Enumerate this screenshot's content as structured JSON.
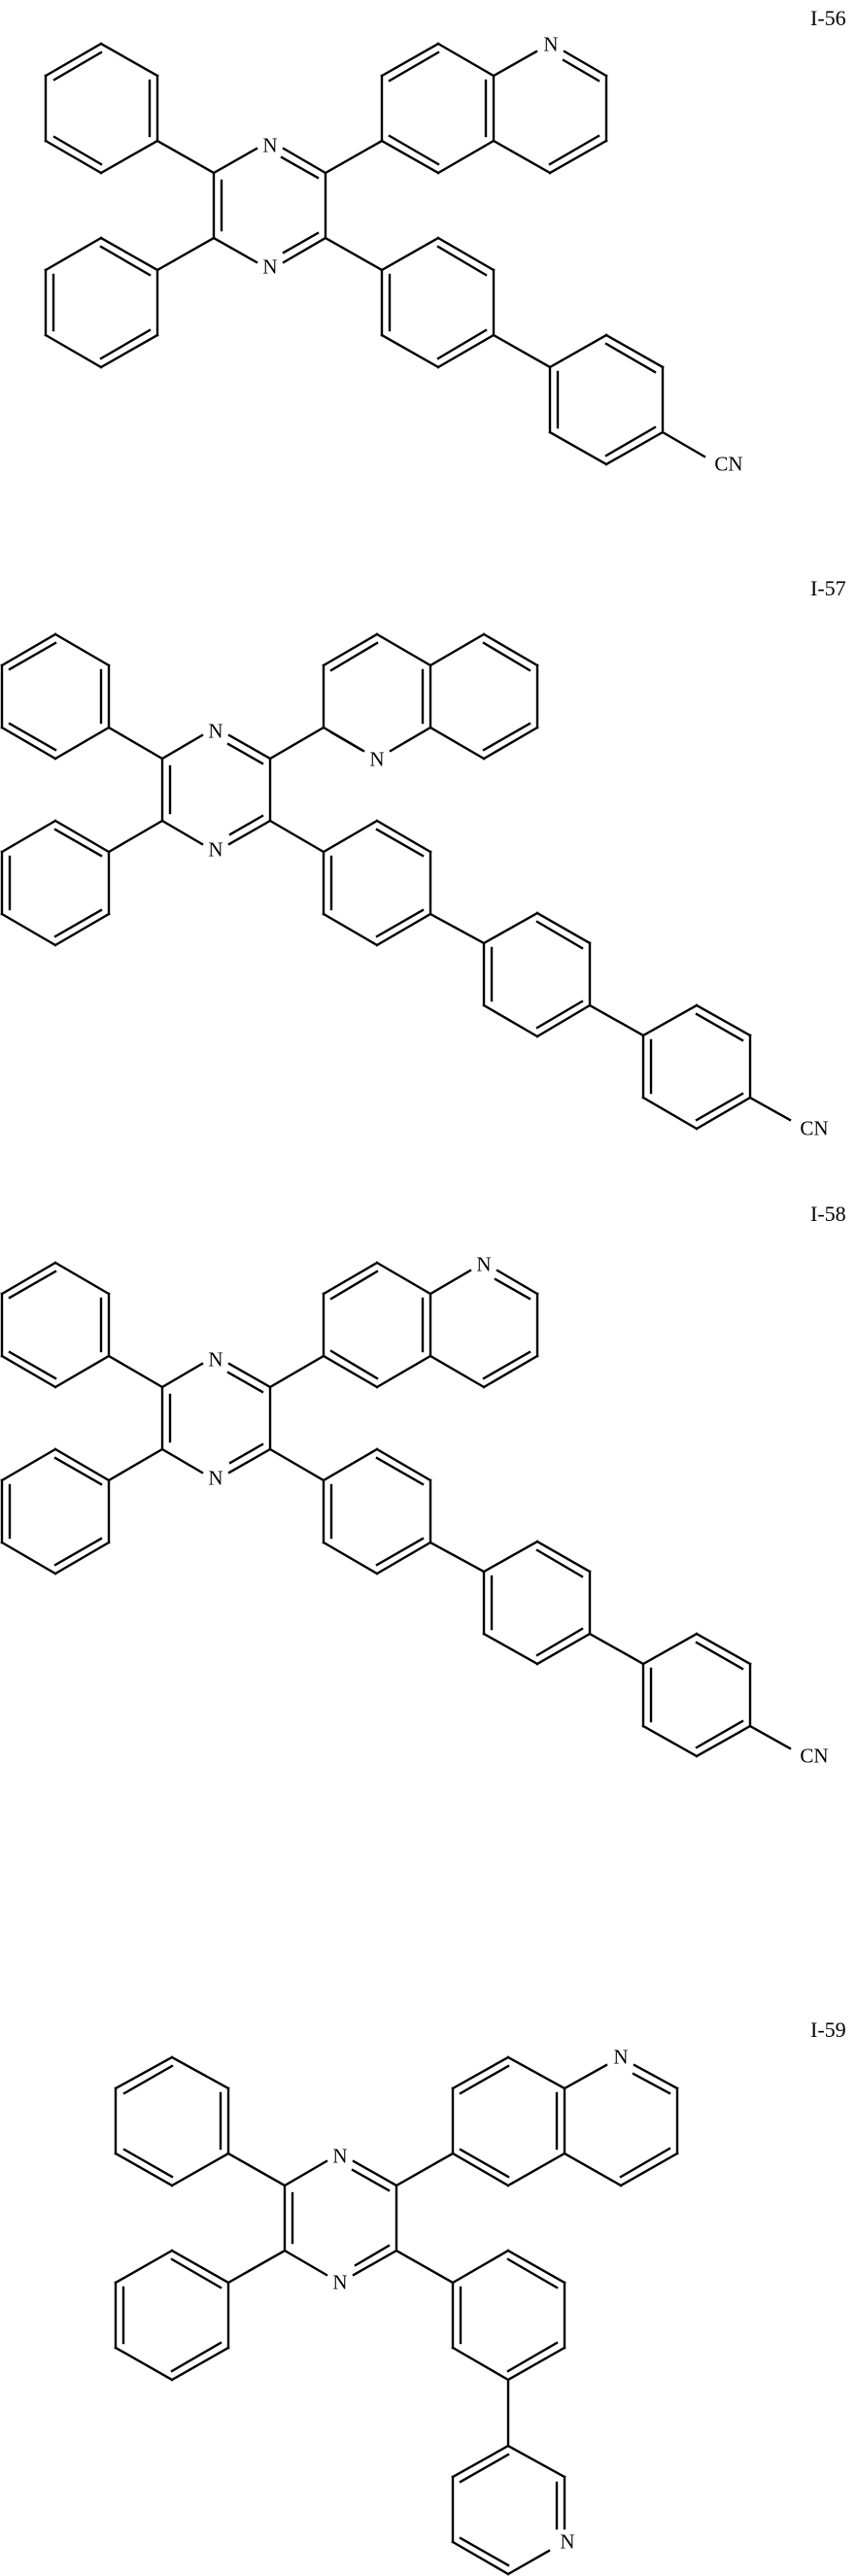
{
  "page": {
    "background": "#ffffff",
    "ink": "#000000"
  },
  "compounds": [
    {
      "id_label": "I-56",
      "name": "2,3-diphenyl-5-(quinolin-6-yl)-6-(4'-cyanobiphenyl-4-yl)pyrazine",
      "substituents": [
        "phenyl",
        "phenyl",
        "quinolin-6-yl",
        "biphenyl-4-yl",
        "CN"
      ],
      "atom_labels": {
        "pyrazine_n_top": "N",
        "pyrazine_n_bottom": "N",
        "quinoline_n": "N",
        "cyano": "CN"
      }
    },
    {
      "id_label": "I-57",
      "name": "2,3-diphenyl-5-(quinolin-2-yl)-6-(4''-cyano-p-terphenyl-4-yl)pyrazine",
      "substituents": [
        "phenyl",
        "phenyl",
        "quinolin-2-yl",
        "terphenyl-4-yl",
        "CN"
      ],
      "atom_labels": {
        "pyrazine_n_top": "N",
        "pyrazine_n_bottom": "N",
        "quinoline_n": "N",
        "cyano": "CN"
      }
    },
    {
      "id_label": "I-58",
      "name": "2,3-diphenyl-5-(quinolin-6-yl)-6-(4''-cyano-p-terphenyl-4-yl)pyrazine",
      "substituents": [
        "phenyl",
        "phenyl",
        "quinolin-6-yl",
        "terphenyl-4-yl",
        "CN"
      ],
      "atom_labels": {
        "pyrazine_n_top": "N",
        "pyrazine_n_bottom": "N",
        "quinoline_n": "N",
        "cyano": "CN"
      }
    },
    {
      "id_label": "I-59",
      "name": "2,3-diphenyl-5-(quinolin-6-yl)-6-[3-(pyridin-3-yl)phenyl]pyrazine",
      "substituents": [
        "phenyl",
        "phenyl",
        "quinolin-6-yl",
        "3-(pyridin-3-yl)phenyl"
      ],
      "atom_labels": {
        "pyrazine_n_top": "N",
        "pyrazine_n_bottom": "N",
        "quinoline_n": "N",
        "pyridine_n": "N"
      }
    }
  ]
}
